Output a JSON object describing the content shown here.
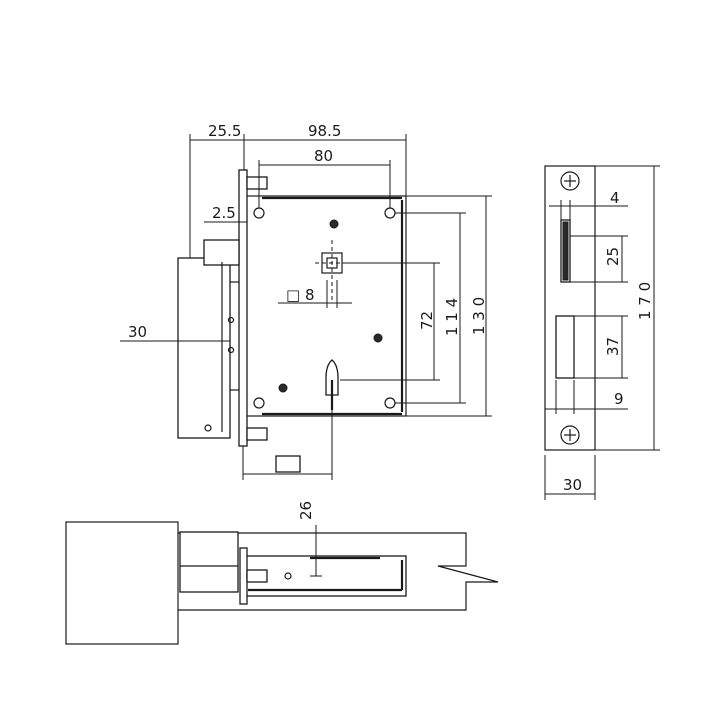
{
  "dimensions": {
    "backset_offset": "25.5",
    "case_width": "98.5",
    "hole_spacing_h": "80",
    "face_offset": "2.5",
    "bolt_throw": "30",
    "square_spindle": "□ 8",
    "spindle_to_key": "72",
    "hole_spacing_v": "1 1 4",
    "case_height": "1 3 0",
    "plate_height": "1 7 0",
    "plate_width": "30",
    "latch_offset": "4",
    "latch_height": "25",
    "bolt_height": "37",
    "bolt_offset": "9",
    "bottom_depth": "26"
  }
}
